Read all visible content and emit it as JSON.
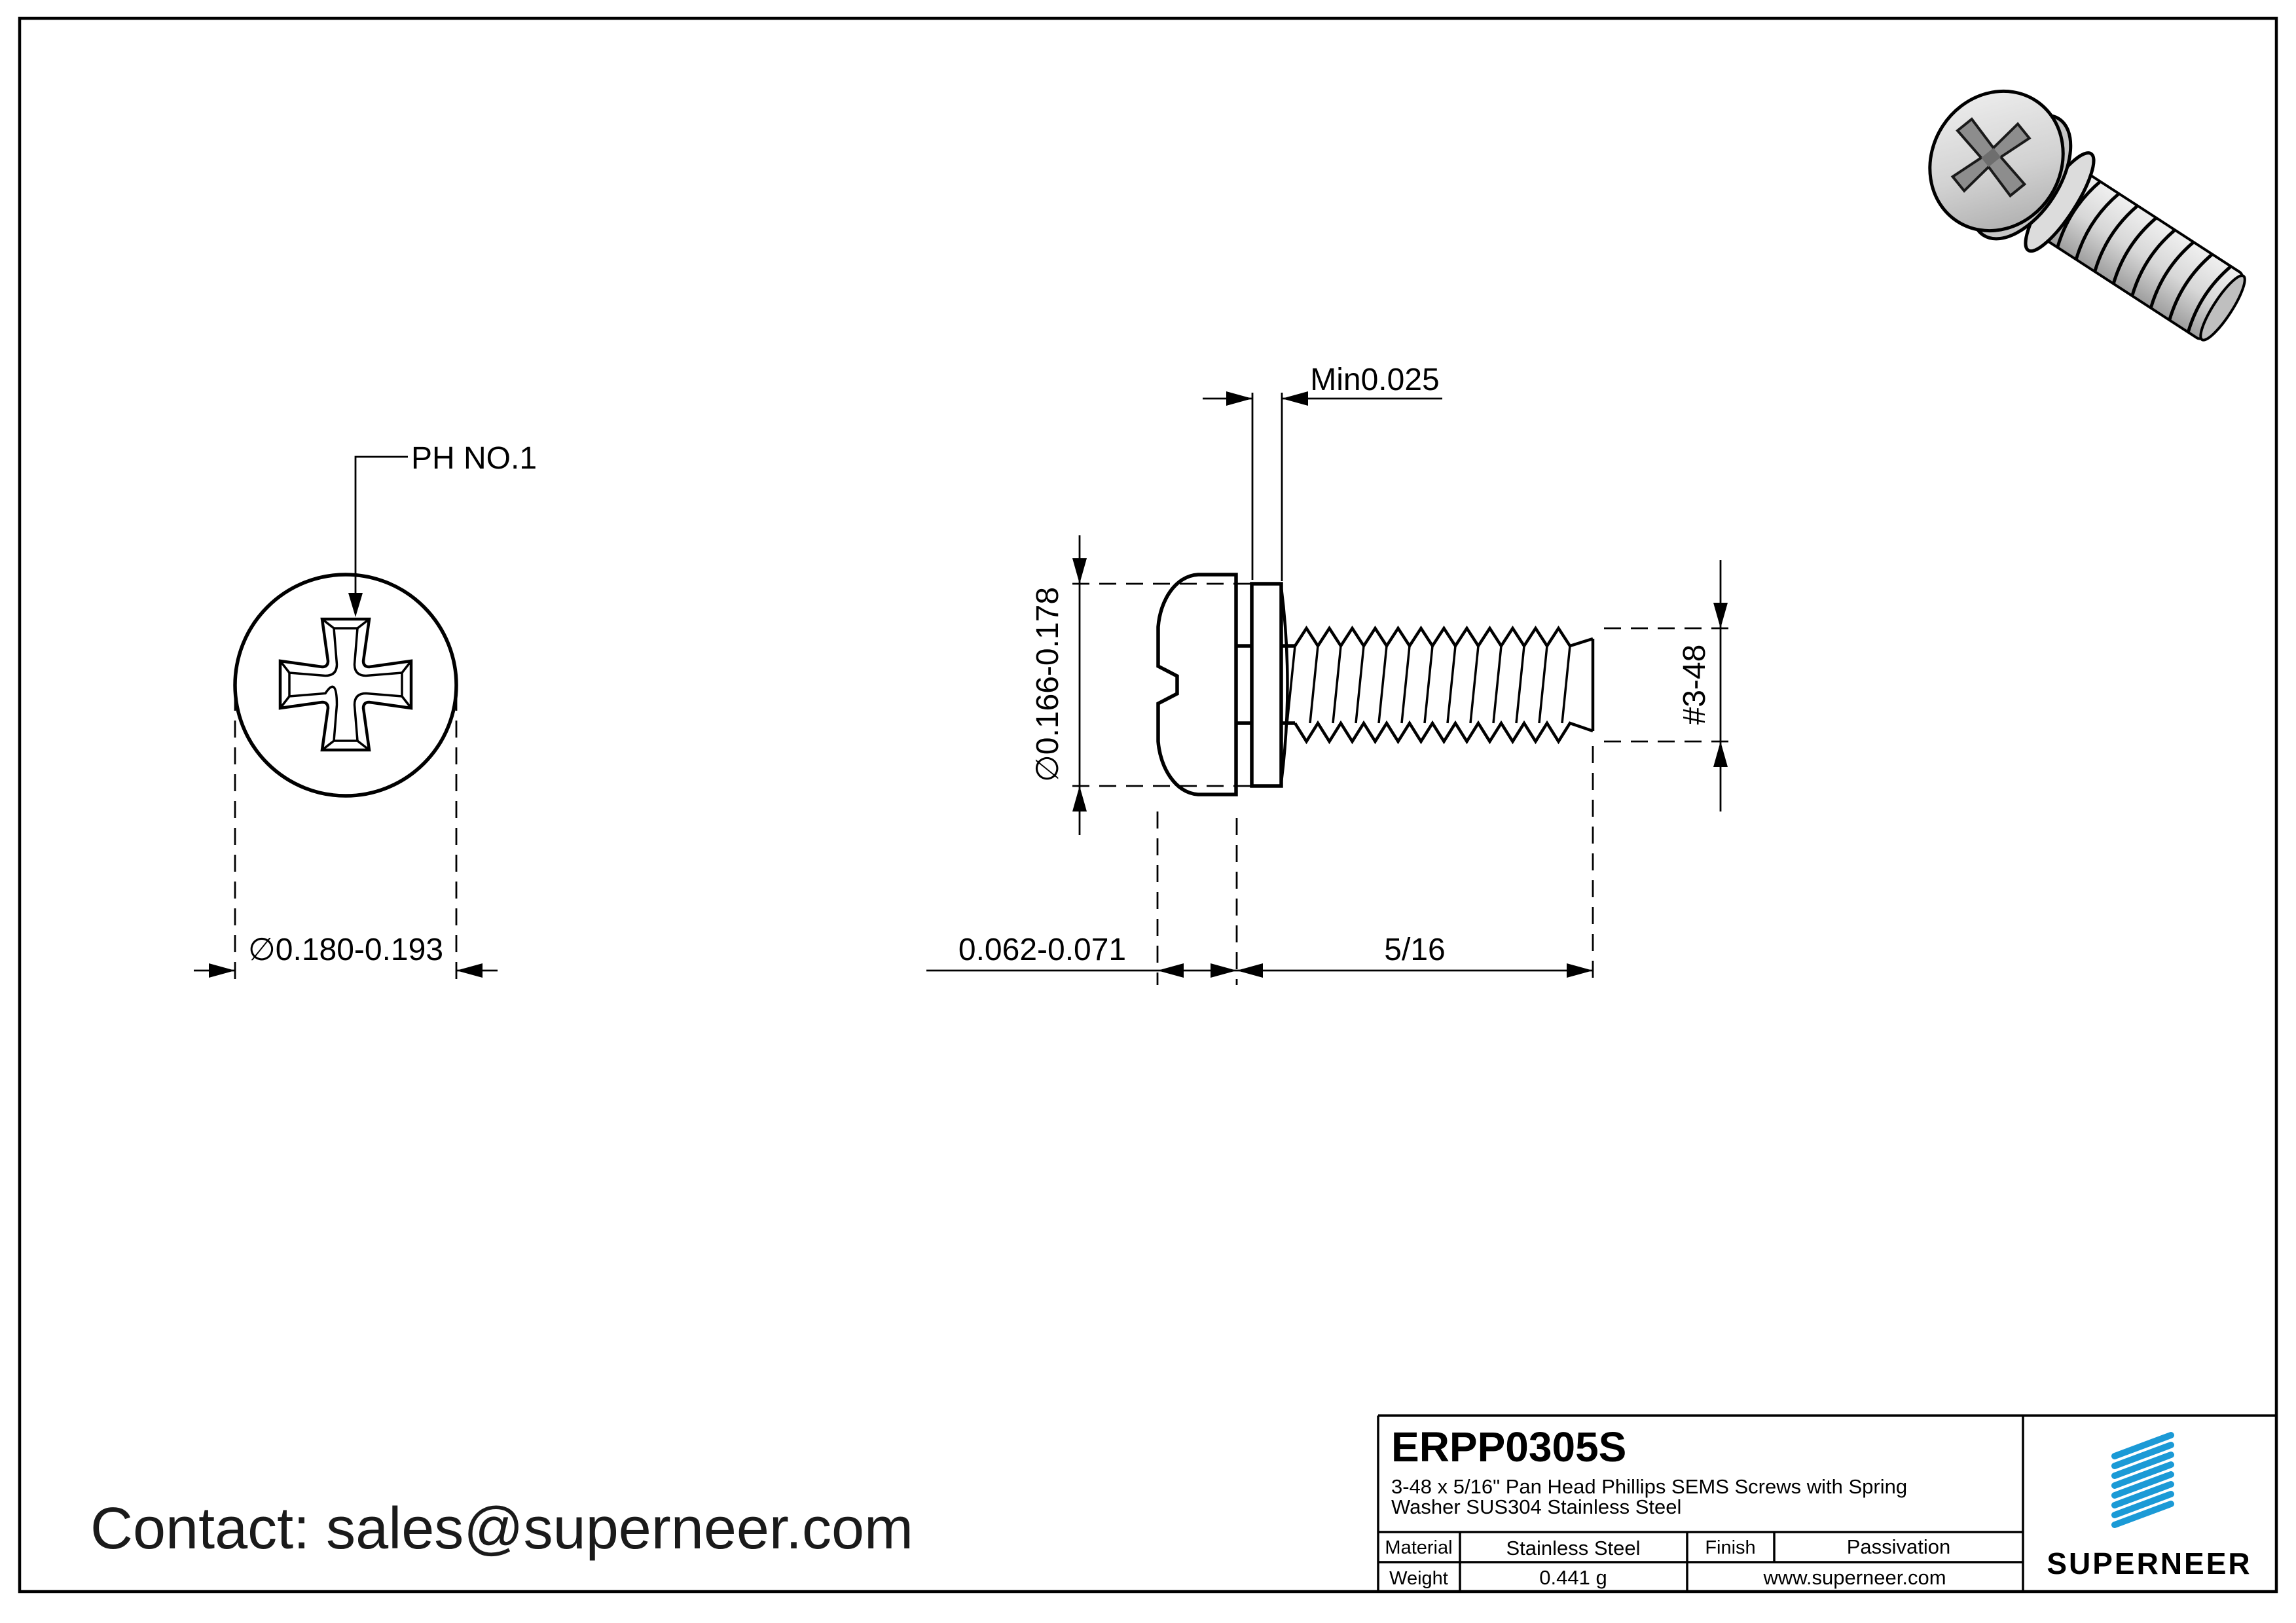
{
  "page": {
    "contact": "Contact: sales@superneer.com"
  },
  "head_view": {
    "callout": "PH NO.1",
    "diameter": "∅0.180-0.193"
  },
  "side_view": {
    "washer_thickness": "Min0.025",
    "washer_od": "∅0.166-0.178",
    "thread_spec": "#3-48",
    "head_height": "0.062-0.071",
    "thread_length": "5/16"
  },
  "title_block": {
    "part_number": "ERPP0305S",
    "description_line1": "3-48 x 5/16\" Pan Head Phillips SEMS Screws with Spring",
    "description_line2": "Washer SUS304 Stainless Steel",
    "material_label": "Material",
    "material_value": "Stainless Steel",
    "finish_label": "Finish",
    "finish_value": "Passivation",
    "weight_label": "Weight",
    "weight_value": "0.441 g",
    "website": "www.superneer.com",
    "brand": "SUPERNEER",
    "brand_color": "#1b9ad6",
    "link_color": "#1f87d4"
  }
}
